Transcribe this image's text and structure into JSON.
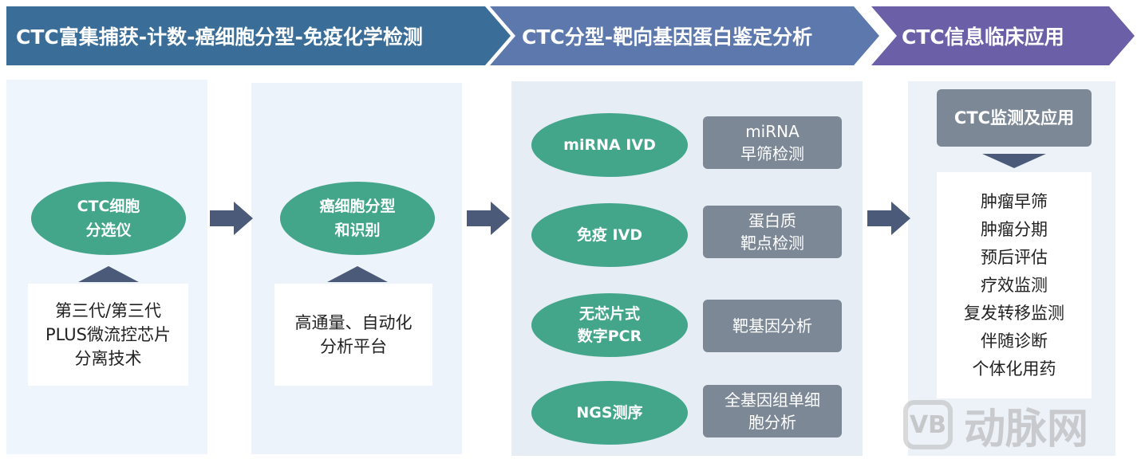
{
  "header": {
    "step1": "CTC富集捕获-计数-癌细胞分型-免疫化学检测",
    "step2": "CTC分型-靶向基因蛋白鉴定分析",
    "step3": "CTC信息临床应用"
  },
  "col1": {
    "ellipse": [
      "CTC细胞",
      "分选仪"
    ],
    "box": [
      "第三代/第三代",
      "PLUS微流控芯片",
      "分离技术"
    ]
  },
  "col2": {
    "ellipse": [
      "癌细胞分型",
      "和识别"
    ],
    "box": [
      "高通量、自动化",
      "分析平台"
    ]
  },
  "col3": {
    "rows": [
      {
        "ellipse": [
          "miRNA IVD"
        ],
        "box": [
          "miRNA",
          "早筛检测"
        ]
      },
      {
        "ellipse": [
          "免疫 IVD"
        ],
        "box": [
          "蛋白质",
          "靶点检测"
        ]
      },
      {
        "ellipse": [
          "无芯片式",
          "数字PCR"
        ],
        "box": [
          "靶基因分析"
        ]
      },
      {
        "ellipse": [
          "NGS测序"
        ],
        "box": [
          "全基因组单细",
          "胞分析"
        ]
      }
    ]
  },
  "col4": {
    "title": "CTC监测及应用",
    "items": [
      "肿瘤早筛",
      "肿瘤分期",
      "预后评估",
      "疗效监测",
      "复发转移监测",
      "伴随诊断",
      "个体化用药"
    ]
  },
  "watermark": {
    "logo": "VB",
    "text": "动脉网"
  },
  "colors": {
    "header1": "#3a6e98",
    "header2": "#5c78ad",
    "header3": "#6b5fa8",
    "ellipse": "#43a68b",
    "graybox": "#7d8897",
    "arrow": "#4a5a78"
  }
}
